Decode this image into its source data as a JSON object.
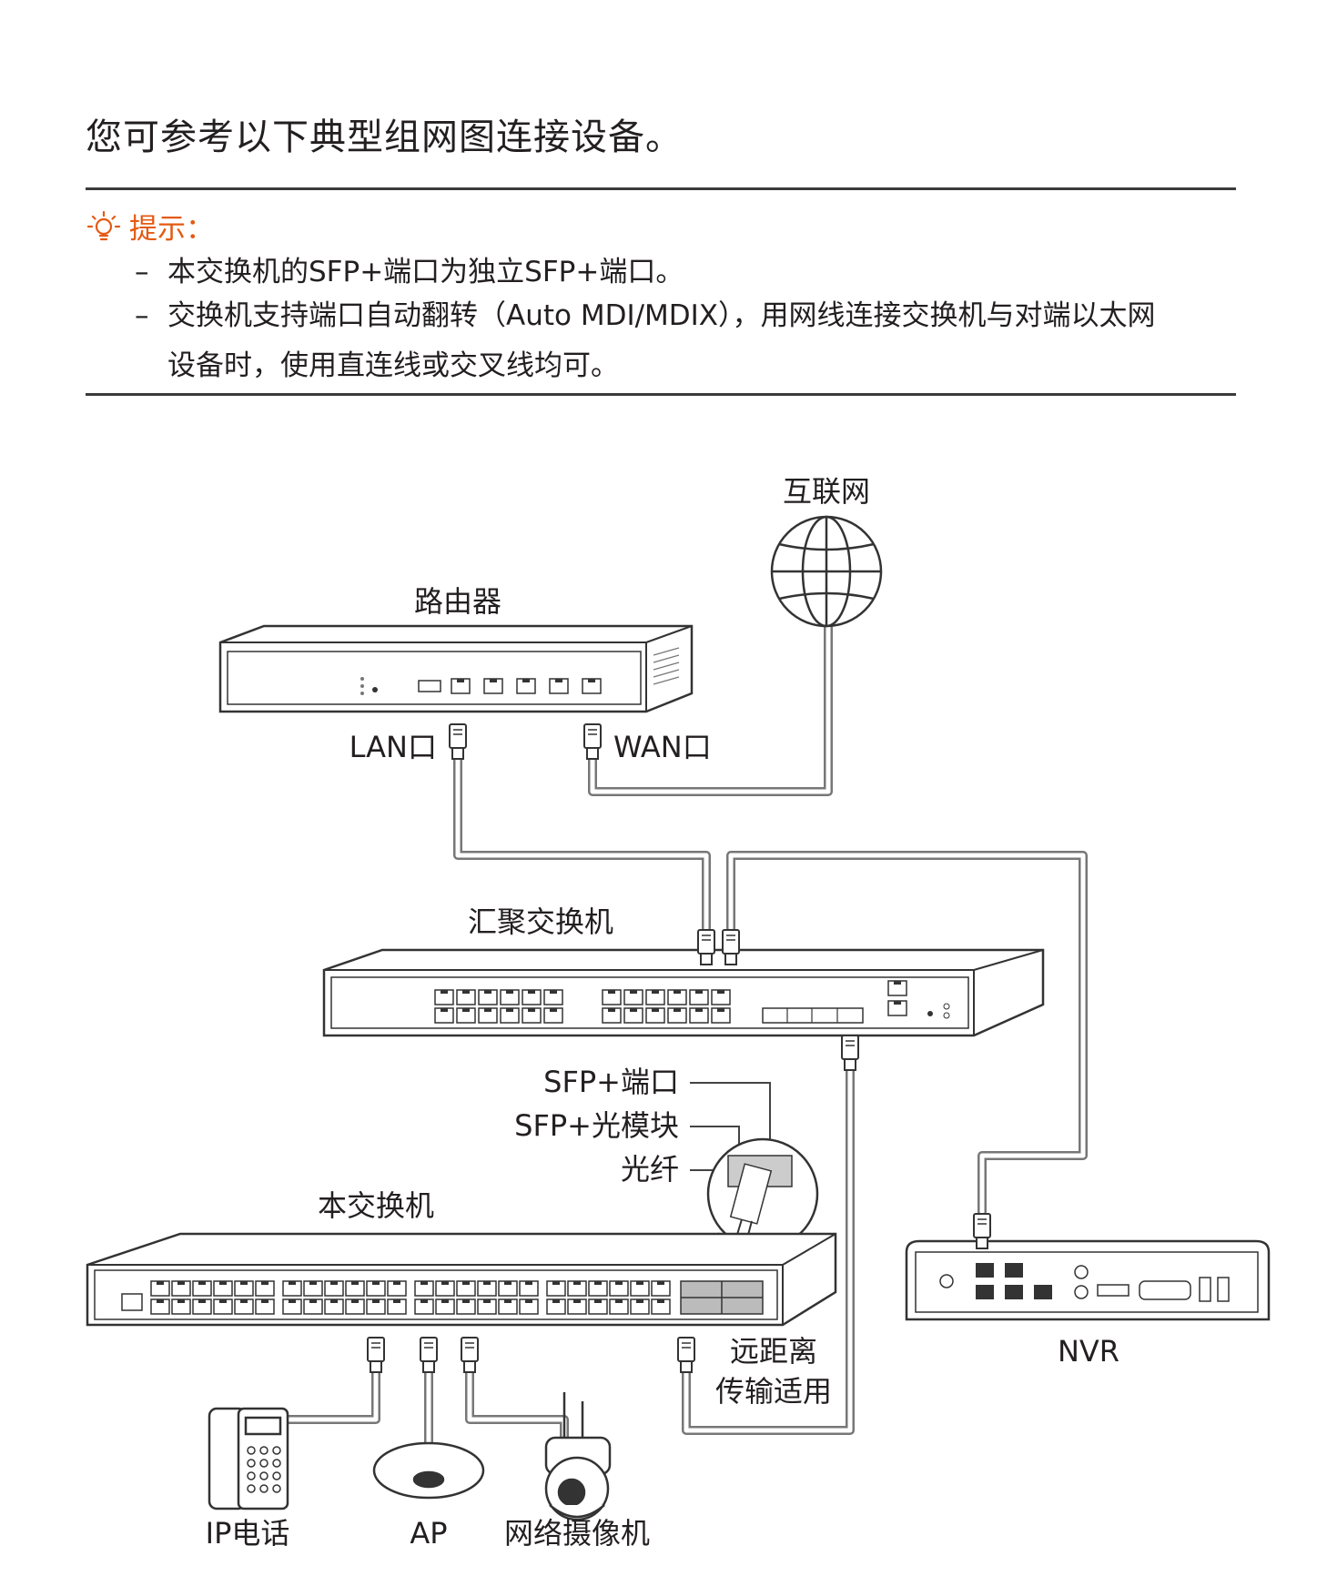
{
  "intro": "您可参考以下典型组网图连接设备。",
  "tip": {
    "title": "提示：",
    "icon": "lightbulb-icon",
    "color": "#e35a12",
    "items": [
      "本交换机的SFP+端口为独立SFP+端口。",
      "交换机支持端口自动翻转（Auto MDI/MDIX），用网线连接交换机与对端以太网",
      "设备时，使用直连线或交叉线均可。"
    ]
  },
  "diagram": {
    "internet": "互联网",
    "router": "路由器",
    "lan_port": "LAN口",
    "wan_port": "WAN口",
    "agg_switch": "汇聚交换机",
    "sfp_port": "SFP+端口",
    "sfp_module": "SFP+光模块",
    "fiber": "光纤",
    "this_switch": "本交换机",
    "long_distance_1": "远距离",
    "long_distance_2": "传输适用",
    "nvr": "NVR",
    "ip_phone": "IP电话",
    "ap": "AP",
    "camera": "网络摄像机"
  }
}
